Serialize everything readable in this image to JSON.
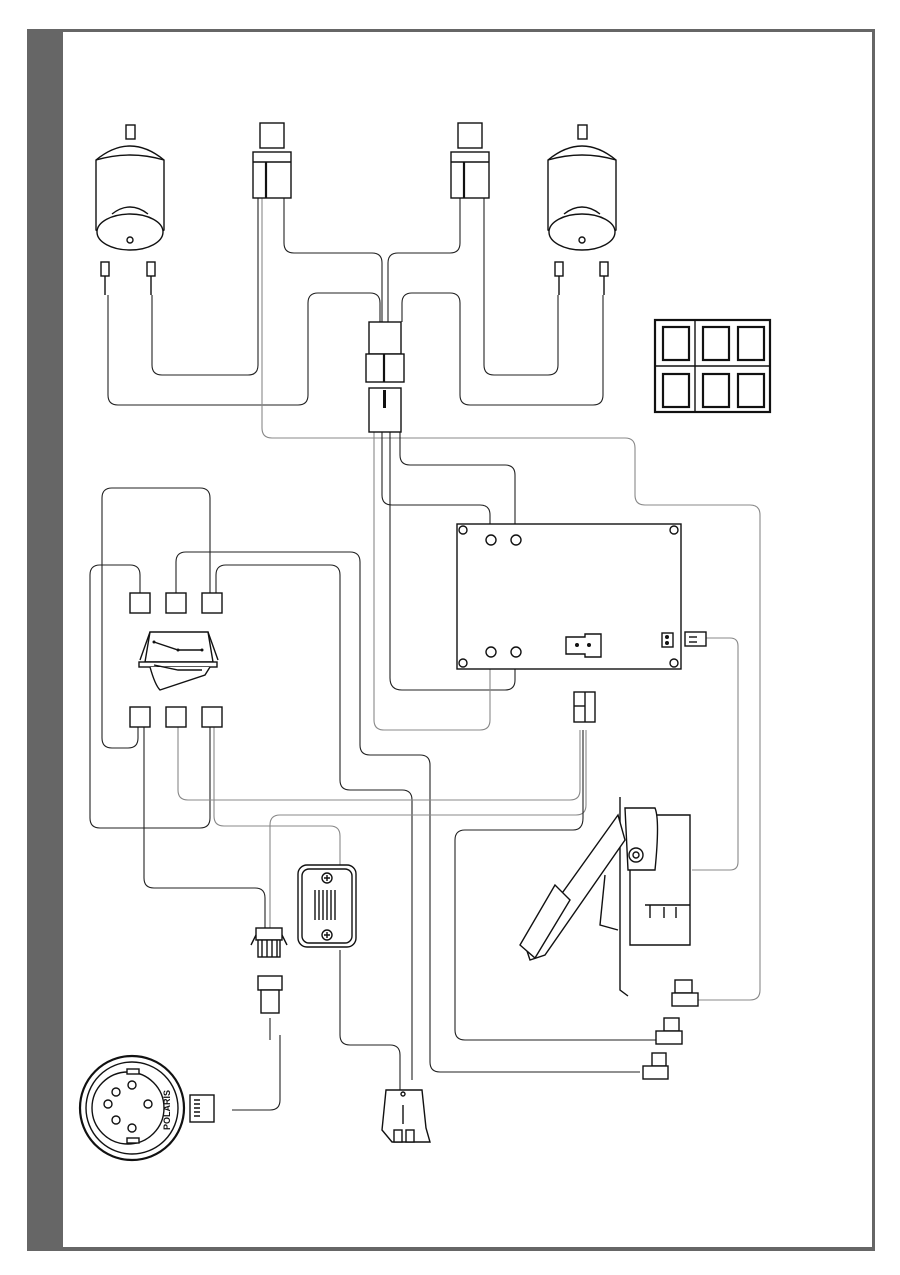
{
  "document": {
    "type": "wiring-diagram",
    "frame_color": "#666666",
    "background": "#ffffff",
    "line_color": "#111111"
  },
  "components": {
    "motor_left": {
      "label": "",
      "kind": "dc-motor",
      "terminals": 2
    },
    "motor_right": {
      "label": "",
      "kind": "dc-motor",
      "terminals": 2
    },
    "connector_top_left": {
      "kind": "2-pin-plug"
    },
    "connector_top_right": {
      "kind": "2-pin-plug"
    },
    "junction_connector": {
      "kind": "4-pin-inline-connector"
    },
    "switch_legend": {
      "kind": "switch-panel-layout",
      "rows": 2,
      "cols": 3
    },
    "control_board": {
      "kind": "circuit-board",
      "mount_holes": 4,
      "terminals": 4
    },
    "rocker_switch": {
      "kind": "dpdt-rocker-switch",
      "terminals": 6
    },
    "small_plug": {
      "kind": "2-pin-plug"
    },
    "pedal": {
      "kind": "foot-pedal"
    },
    "speaker": {
      "kind": "speaker-module"
    },
    "harness_plug": {
      "kind": "4-pin-plug"
    },
    "horn_button": {
      "kind": "steering-button",
      "brand": "POLARIS"
    },
    "battery_connector": {
      "kind": "battery-terminal"
    },
    "spade_terminals": {
      "kind": "right-angle-terminal",
      "count": 3
    }
  }
}
